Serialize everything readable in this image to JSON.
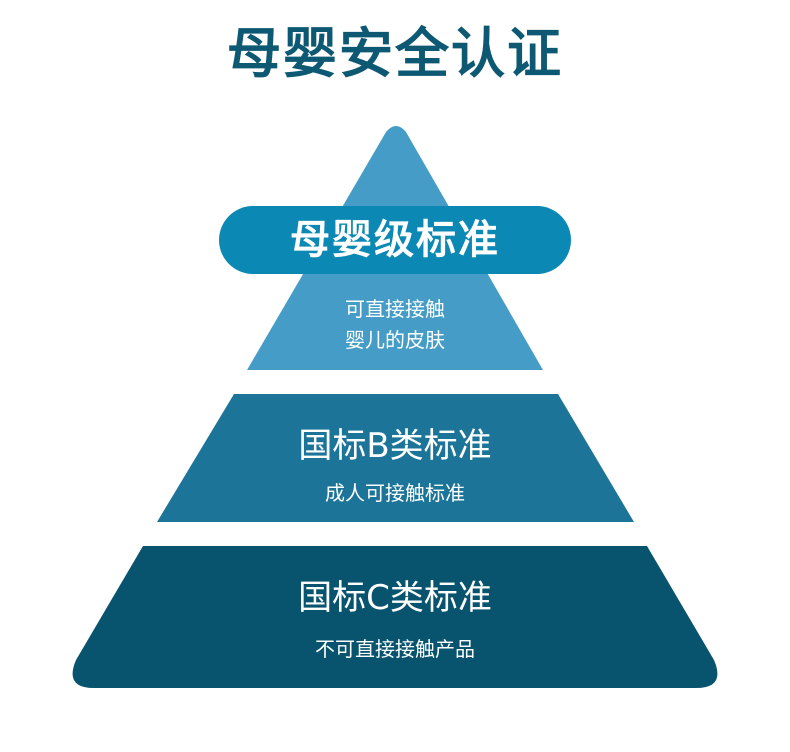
{
  "title": "母婴安全认证",
  "colors": {
    "title": "#0d5872",
    "top_tier": "#459dc7",
    "badge": "#0b88b3",
    "middle_tier": "#1c7598",
    "bottom_tier": "#08546f"
  },
  "tiers": {
    "top": {
      "badge": "母婴级标准",
      "desc_line1": "可直接接触",
      "desc_line2": "婴儿的皮肤"
    },
    "middle": {
      "heading": "国标B类标准",
      "desc": "成人可接触标准"
    },
    "bottom": {
      "heading": "国标C类标准",
      "desc": "不可直接接触产品"
    }
  }
}
